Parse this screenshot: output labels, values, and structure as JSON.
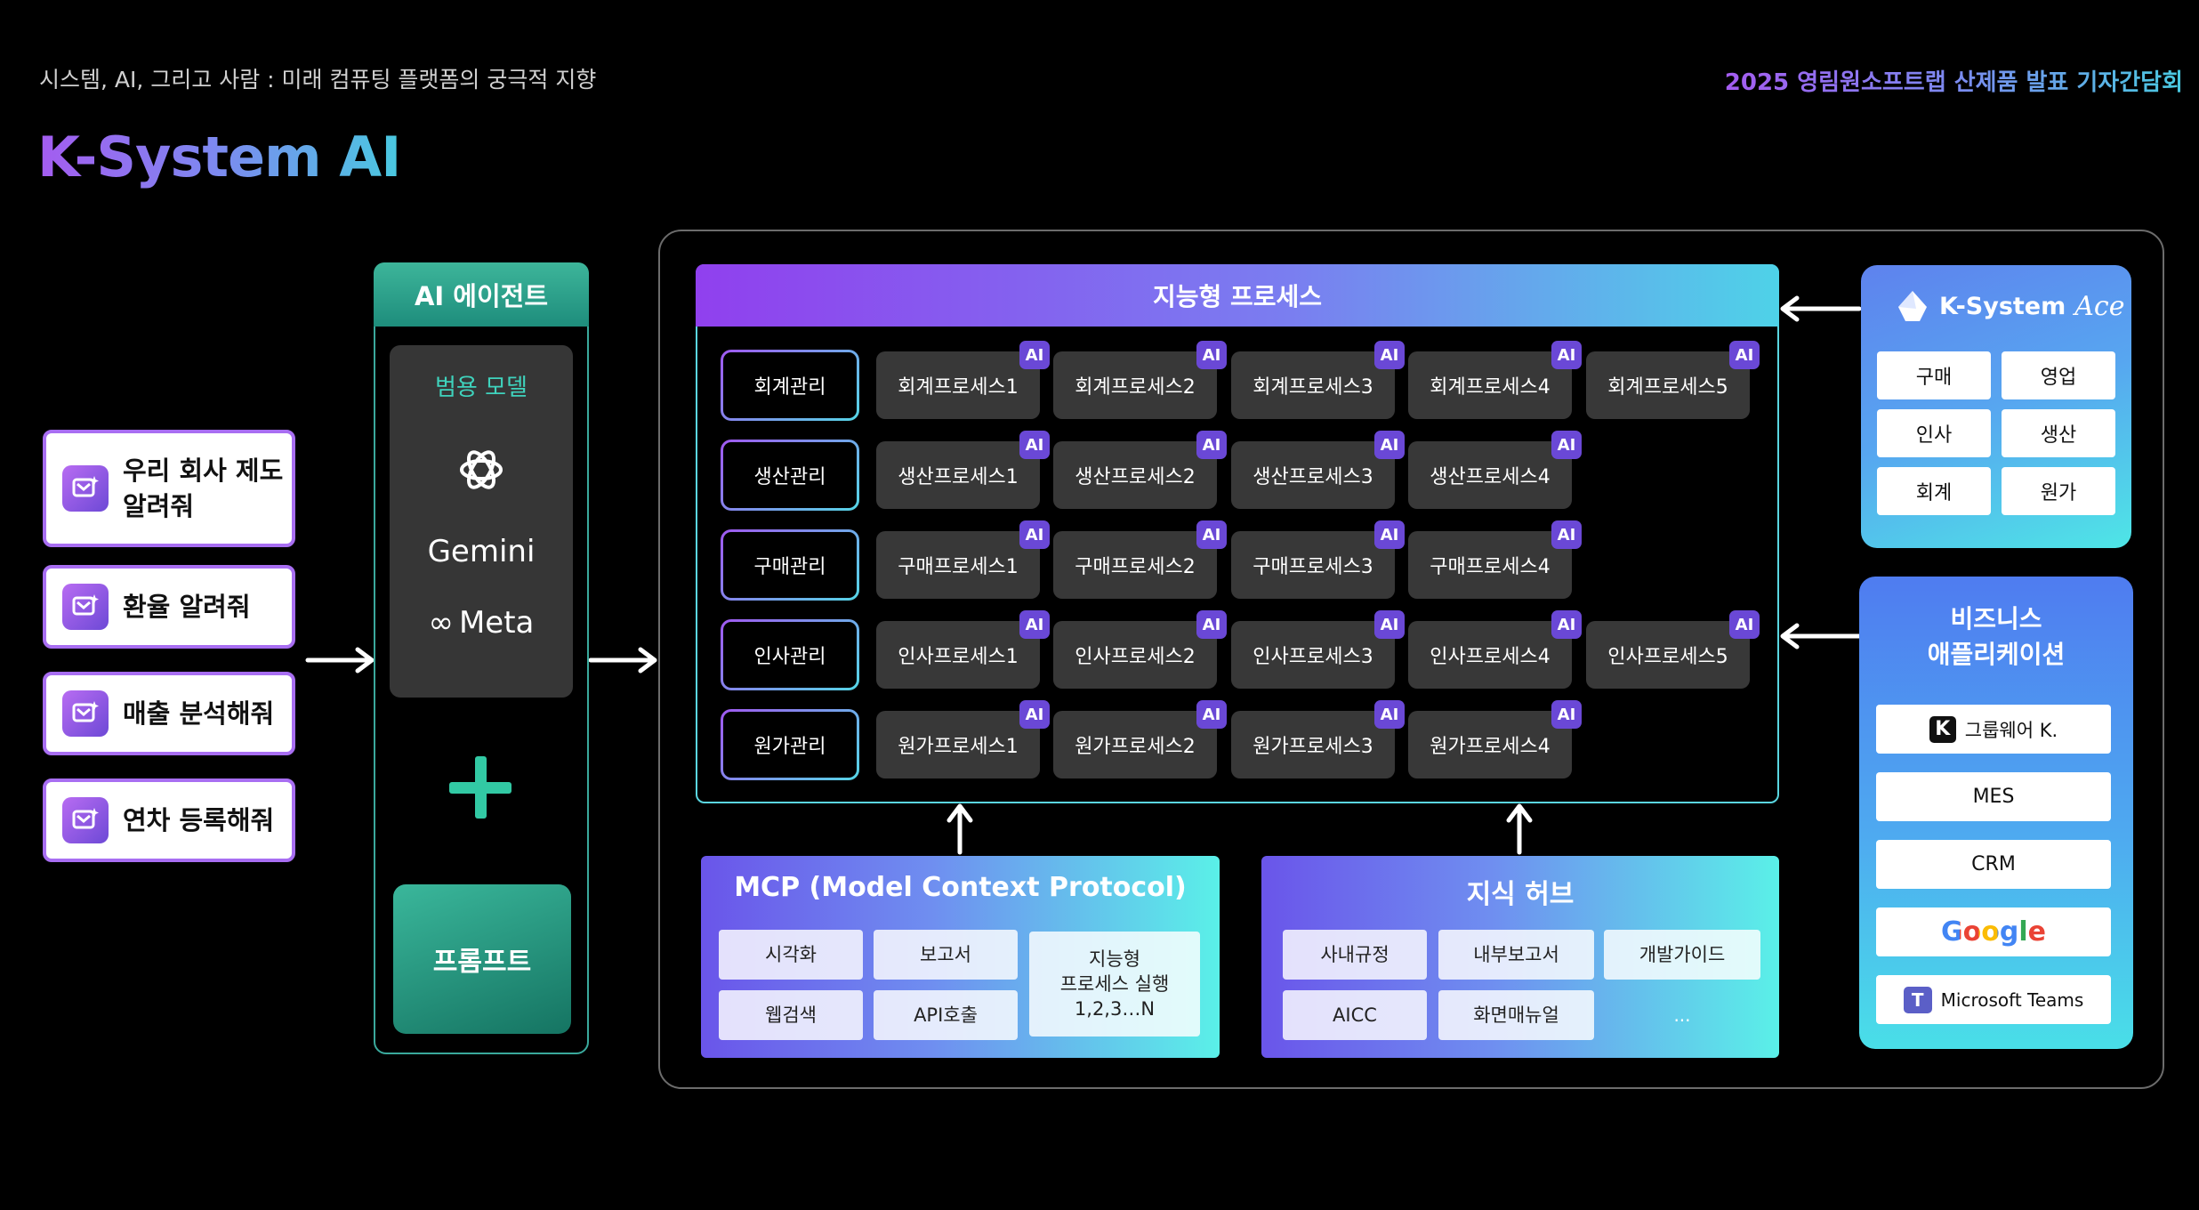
{
  "header": {
    "subtitle": "시스템, AI, 그리고 사람 : 미래 컴퓨팅 플랫폼의 궁극적 지향",
    "event": "2025 영림원소프트랩 산제품 발표 기자간담회",
    "title": "K-System AI"
  },
  "requests": [
    "우리 회사 제도\n알려줘",
    "환율 알려줘",
    "매출 분석해줘",
    "연차 등록해줘"
  ],
  "agent": {
    "title": "AI 에이전트",
    "models_label": "범용 모델",
    "models": [
      "Gemini",
      "Meta"
    ],
    "prompt": "프롬프트"
  },
  "process": {
    "title": "지능형 프로세스",
    "ai_badge": "AI",
    "rows": [
      {
        "category": "회계관리",
        "items": [
          "회계프로세스1",
          "회계프로세스2",
          "회계프로세스3",
          "회계프로세스4",
          "회계프로세스5"
        ]
      },
      {
        "category": "생산관리",
        "items": [
          "생산프로세스1",
          "생산프로세스2",
          "생산프로세스3",
          "생산프로세스4"
        ]
      },
      {
        "category": "구매관리",
        "items": [
          "구매프로세스1",
          "구매프로세스2",
          "구매프로세스3",
          "구매프로세스4"
        ]
      },
      {
        "category": "인사관리",
        "items": [
          "인사프로세스1",
          "인사프로세스2",
          "인사프로세스3",
          "인사프로세스4",
          "인사프로세스5"
        ]
      },
      {
        "category": "원가관리",
        "items": [
          "원가프로세스1",
          "원가프로세스2",
          "원가프로세스3",
          "원가프로세스4"
        ]
      }
    ]
  },
  "mcp": {
    "title": "MCP (Model Context Protocol)",
    "items": [
      "시각화",
      "보고서",
      "웹검색",
      "API호출"
    ],
    "exec": "지능형\n프로세스 실행\n1,2,3…N"
  },
  "hub": {
    "title": "지식 허브",
    "items": [
      "사내규정",
      "내부보고서",
      "개발가이드",
      "AICC",
      "화면매뉴얼",
      "..."
    ]
  },
  "ace": {
    "brand": "K-System",
    "brand_script": "Ace",
    "modules": [
      "구매",
      "영업",
      "인사",
      "생산",
      "회계",
      "원가"
    ]
  },
  "business": {
    "title": "비즈니스\n애플리케이션",
    "apps": [
      "그룹웨어 K.",
      "MES",
      "CRM",
      "Google",
      "Microsoft Teams"
    ]
  }
}
